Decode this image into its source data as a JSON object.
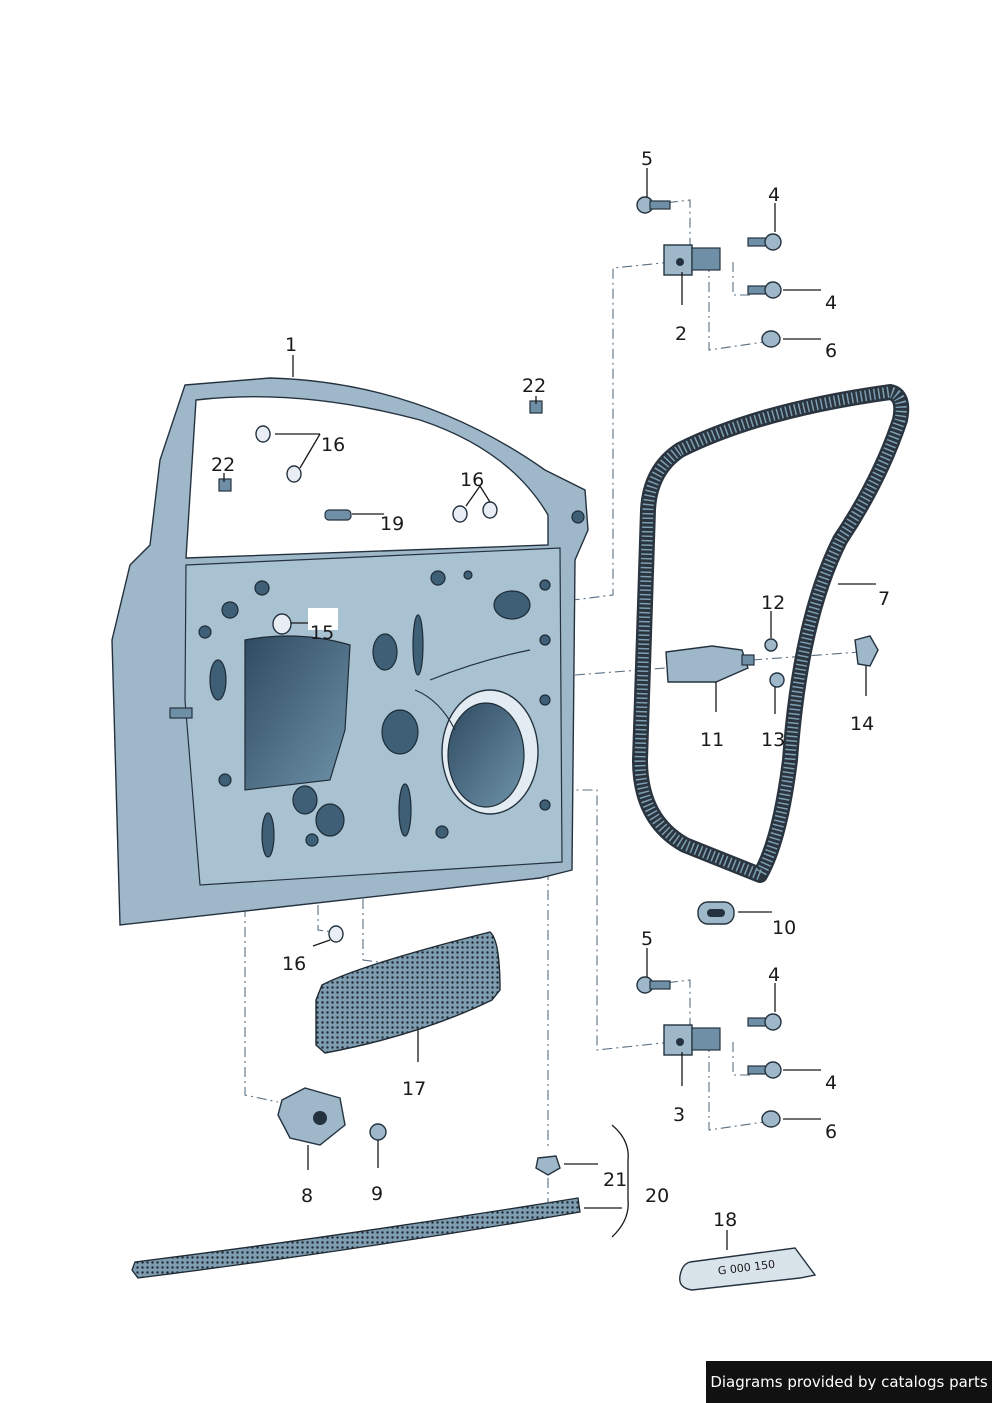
{
  "labels": [
    {
      "id": "1",
      "text": "1"
    },
    {
      "id": "2",
      "text": "2"
    },
    {
      "id": "3",
      "text": "3"
    },
    {
      "id": "4a",
      "text": "4"
    },
    {
      "id": "4b",
      "text": "4"
    },
    {
      "id": "4c",
      "text": "4"
    },
    {
      "id": "4d",
      "text": "4"
    },
    {
      "id": "5a",
      "text": "5"
    },
    {
      "id": "5b",
      "text": "5"
    },
    {
      "id": "6a",
      "text": "6"
    },
    {
      "id": "6b",
      "text": "6"
    },
    {
      "id": "7",
      "text": "7"
    },
    {
      "id": "8",
      "text": "8"
    },
    {
      "id": "9",
      "text": "9"
    },
    {
      "id": "10",
      "text": "10"
    },
    {
      "id": "11",
      "text": "11"
    },
    {
      "id": "12",
      "text": "12"
    },
    {
      "id": "13",
      "text": "13"
    },
    {
      "id": "14",
      "text": "14"
    },
    {
      "id": "15",
      "text": "15"
    },
    {
      "id": "16a",
      "text": "16"
    },
    {
      "id": "16b",
      "text": "16"
    },
    {
      "id": "16c",
      "text": "16"
    },
    {
      "id": "17",
      "text": "17"
    },
    {
      "id": "18",
      "text": "18"
    },
    {
      "id": "19",
      "text": "19"
    },
    {
      "id": "20",
      "text": "20"
    },
    {
      "id": "21",
      "text": "21"
    },
    {
      "id": "22a",
      "text": "22"
    },
    {
      "id": "22b",
      "text": "22"
    }
  ],
  "tube_text": "G 000 150",
  "footer": "Diagrams provided by catalogs parts"
}
